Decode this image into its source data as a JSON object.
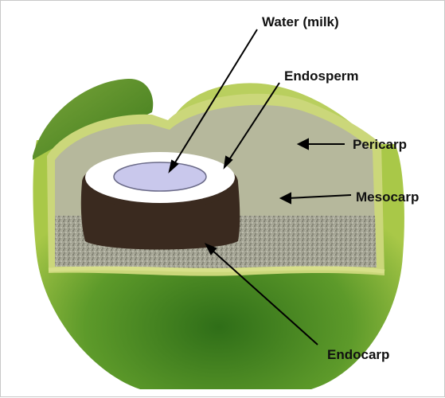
{
  "diagram": {
    "labels": {
      "water": "Water (milk)",
      "endosperm": "Endosperm",
      "pericarp": "Pericarp",
      "mesocarp": "Mesocarp",
      "endocarp": "Endocarp"
    },
    "colors": {
      "pericarp_light": "#a8c84a",
      "pericarp_dark": "#3f7d1c",
      "mesocarp": "#b5b79a",
      "fiber": "#9a9a8a",
      "endocarp": "#3a2a1f",
      "endosperm": "#ffffff",
      "water": "#c9c8ec",
      "arrow": "#000000"
    }
  }
}
